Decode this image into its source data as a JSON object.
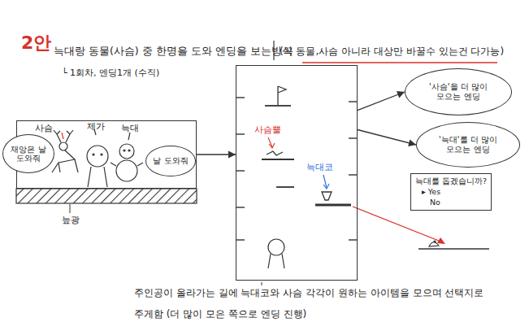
{
  "diagram": {
    "title": "늑대랑 동물(사슴) 중 한명을 도와 엔딩을 보는방식",
    "caption": "주인공이 올라가는 길에 늑대코와 사슴 각각이 원하는 아이템을 모으며 선택지로 주게함 (더 많이 모은 쪽으로 엔딩 진행)",
    "nodes": [
      {
        "text": [
          "사슴",
          "제가",
          "늑대"
        ]
      },
      {
        "text": [
          "재앙은 날 도와줘"
        ],
        "in": 0
      },
      {
        "text": [
          "날 도와줘"
        ],
        "in": 0
      },
      {
        "text": [
          "사슴뿔",
          "늑대코"
        ]
      },
      {
        "text": [
          "'사슴'을 더 많이 모으는 엔딩"
        ]
      },
      {
        "text": [
          "'늑대'를 더 많이 모으는 엔딩"
        ]
      },
      {
        "text": [
          "늑대를 돕겠습니까?",
          "▸ Yes",
          "No"
        ]
      }
    ],
    "edges": [
      {
        "from": 0,
        "to": 3,
        "arrow": "to"
      },
      {
        "from": 3,
        "to": 4,
        "arrow": "to"
      },
      {
        "from": 3,
        "to": 5,
        "arrow": "to"
      }
    ],
    "labels": [
      "2안",
      "(꼭 동물,사슴 아니라 대상만 바꿀수 있는건 다가능)",
      "└ 1회차, 엔딩1개 (수직)",
      "늪광"
    ]
  }
}
